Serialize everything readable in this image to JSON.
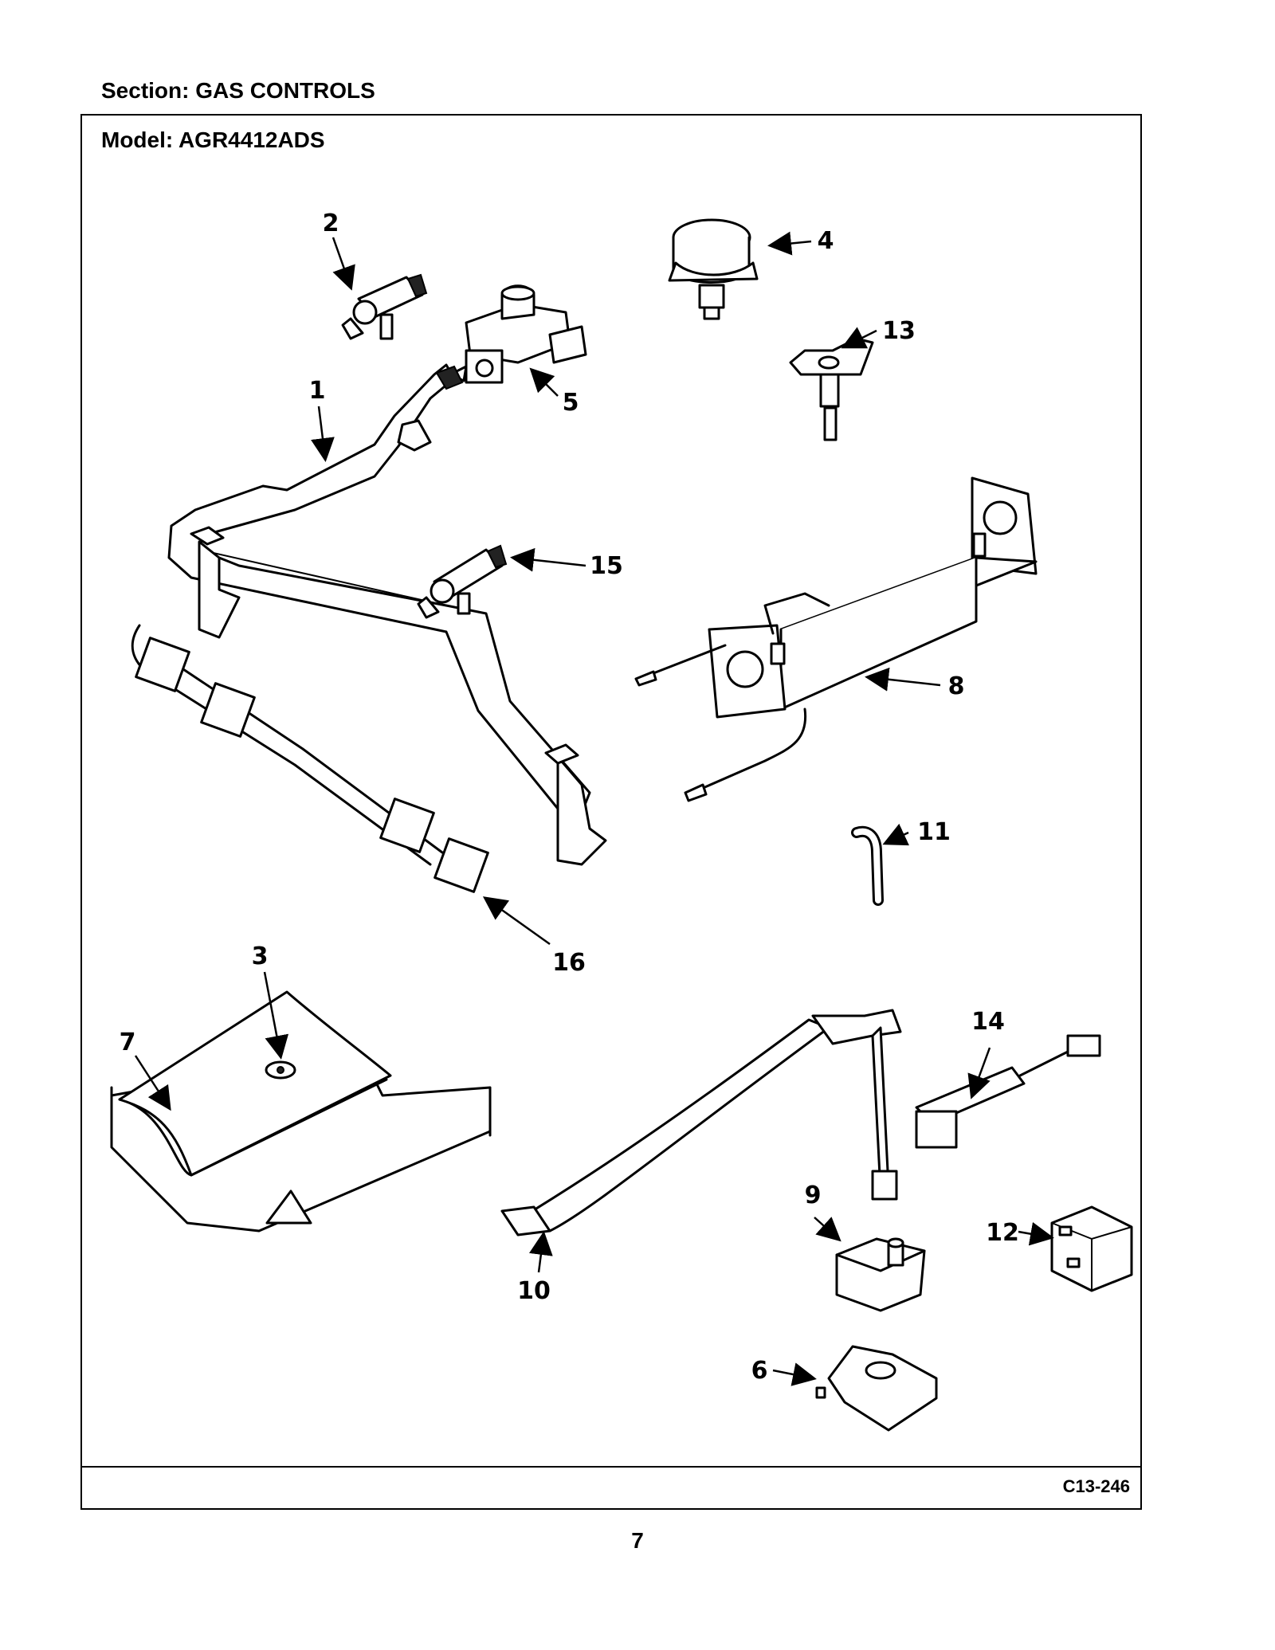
{
  "header": {
    "section": "Section:  GAS CONTROLS",
    "model": "Model:  AGR4412ADS"
  },
  "footer": {
    "doc_code": "C13-246",
    "page_number": "7"
  },
  "callouts": {
    "c1": "1",
    "c2": "2",
    "c3": "3",
    "c4": "4",
    "c5": "5",
    "c6": "6",
    "c7": "7",
    "c8": "8",
    "c9": "9",
    "c10": "10",
    "c11": "11",
    "c12": "12",
    "c13": "13",
    "c14": "14",
    "c15": "15",
    "c16": "16"
  }
}
